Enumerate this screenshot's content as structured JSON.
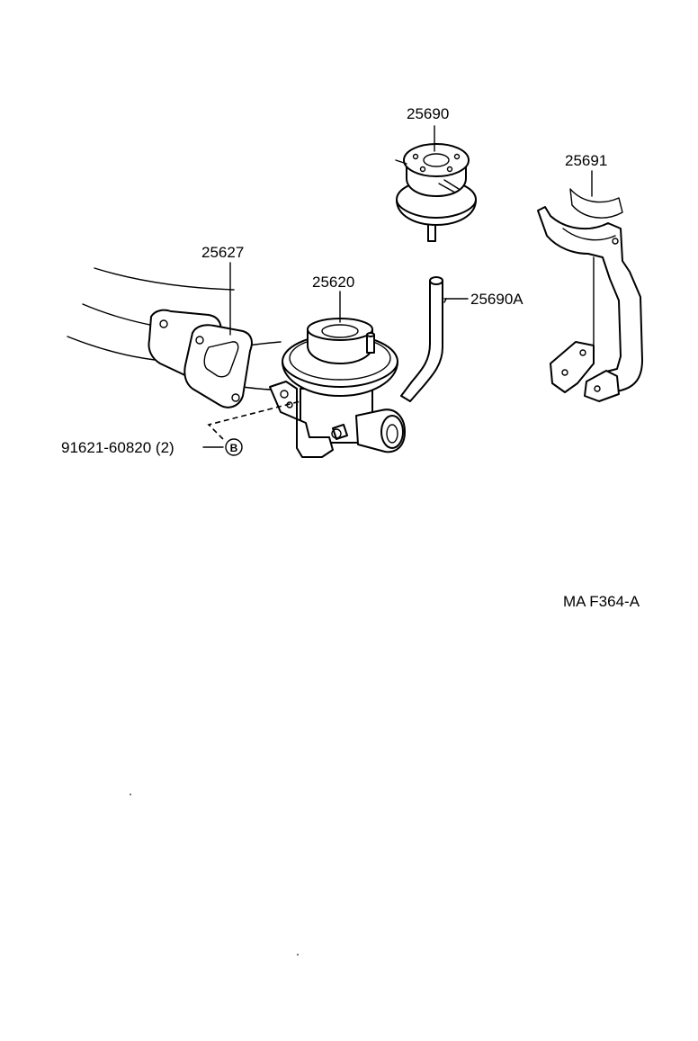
{
  "parts": {
    "p25690": "25690",
    "p25691": "25691",
    "p25627": "25627",
    "p25620": "25620",
    "p25690a": "25690A",
    "bolt": "91621-60820 (2)",
    "bolt_callout": "B"
  },
  "reference": "MA F364-A",
  "colors": {
    "ink": "#000000",
    "paper": "#ffffff"
  }
}
